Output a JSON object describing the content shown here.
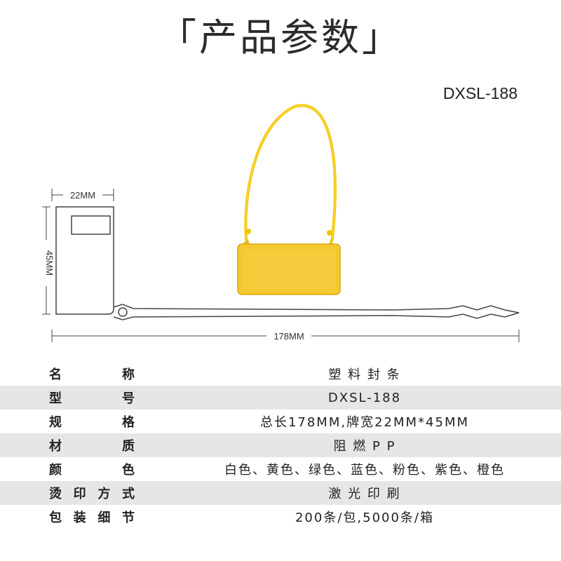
{
  "header": {
    "title": "「产品参数」",
    "model_code": "DXSL-188"
  },
  "drawing": {
    "width_label": "22MM",
    "height_label": "45MM",
    "length_label": "178MM"
  },
  "colors": {
    "seal_yellow": "#f5c832",
    "seal_yellow_dark": "#e0ae10",
    "row_shade": "#e6e6e6"
  },
  "specs": [
    {
      "label": [
        "名",
        "称"
      ],
      "value": "塑 料 封 条"
    },
    {
      "label": [
        "型",
        "号"
      ],
      "value": "DXSL-188"
    },
    {
      "label": [
        "规",
        "格"
      ],
      "value": "总长178MM,牌宽22MM*45MM"
    },
    {
      "label": [
        "材",
        "质"
      ],
      "value": "阻 燃 P P"
    },
    {
      "label": [
        "颜",
        "色"
      ],
      "value": "白色、黄色、绿色、蓝色、粉色、紫色、橙色"
    },
    {
      "label": [
        "烫",
        "印",
        "方",
        "式"
      ],
      "value": "激 光 印 刷"
    },
    {
      "label": [
        "包",
        "装",
        "细",
        "节"
      ],
      "value": "200条/包,5000条/箱"
    }
  ]
}
